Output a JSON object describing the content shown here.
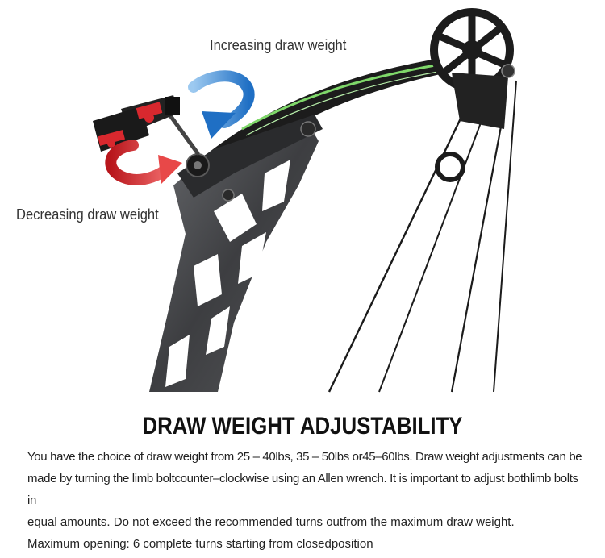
{
  "labels": {
    "increasing": "Increasing draw weight",
    "decreasing": "Decreasing draw weight"
  },
  "heading": "DRAW WEIGHT ADJUSTABILITY",
  "description": {
    "line1": "You have the choice of draw weight from 25 – 40lbs, 35 – 50lbs or45–60lbs. Draw weight adjustments can be",
    "line2": "made by turning the limb boltcounter–clockwise using an Allen wrench. It is important to adjust bothlimb bolts in",
    "line3": "equal amounts. Do not exceed the recommended turns outfrom the maximum draw weight.",
    "line4": "Maximum opening: 6 complete turns starting from closedposition"
  },
  "colors": {
    "increase_arrow": "#2f86d8",
    "decrease_arrow": "#e03a3a",
    "riser": "#4a4b4d",
    "wrench_handle": "#222222",
    "wrench_accent": "#d8282e",
    "limb_stripe": "#7fd86a"
  },
  "icons": [
    "allen-wrench-icon",
    "clockwise-arrow-icon",
    "counterclockwise-arrow-icon"
  ]
}
